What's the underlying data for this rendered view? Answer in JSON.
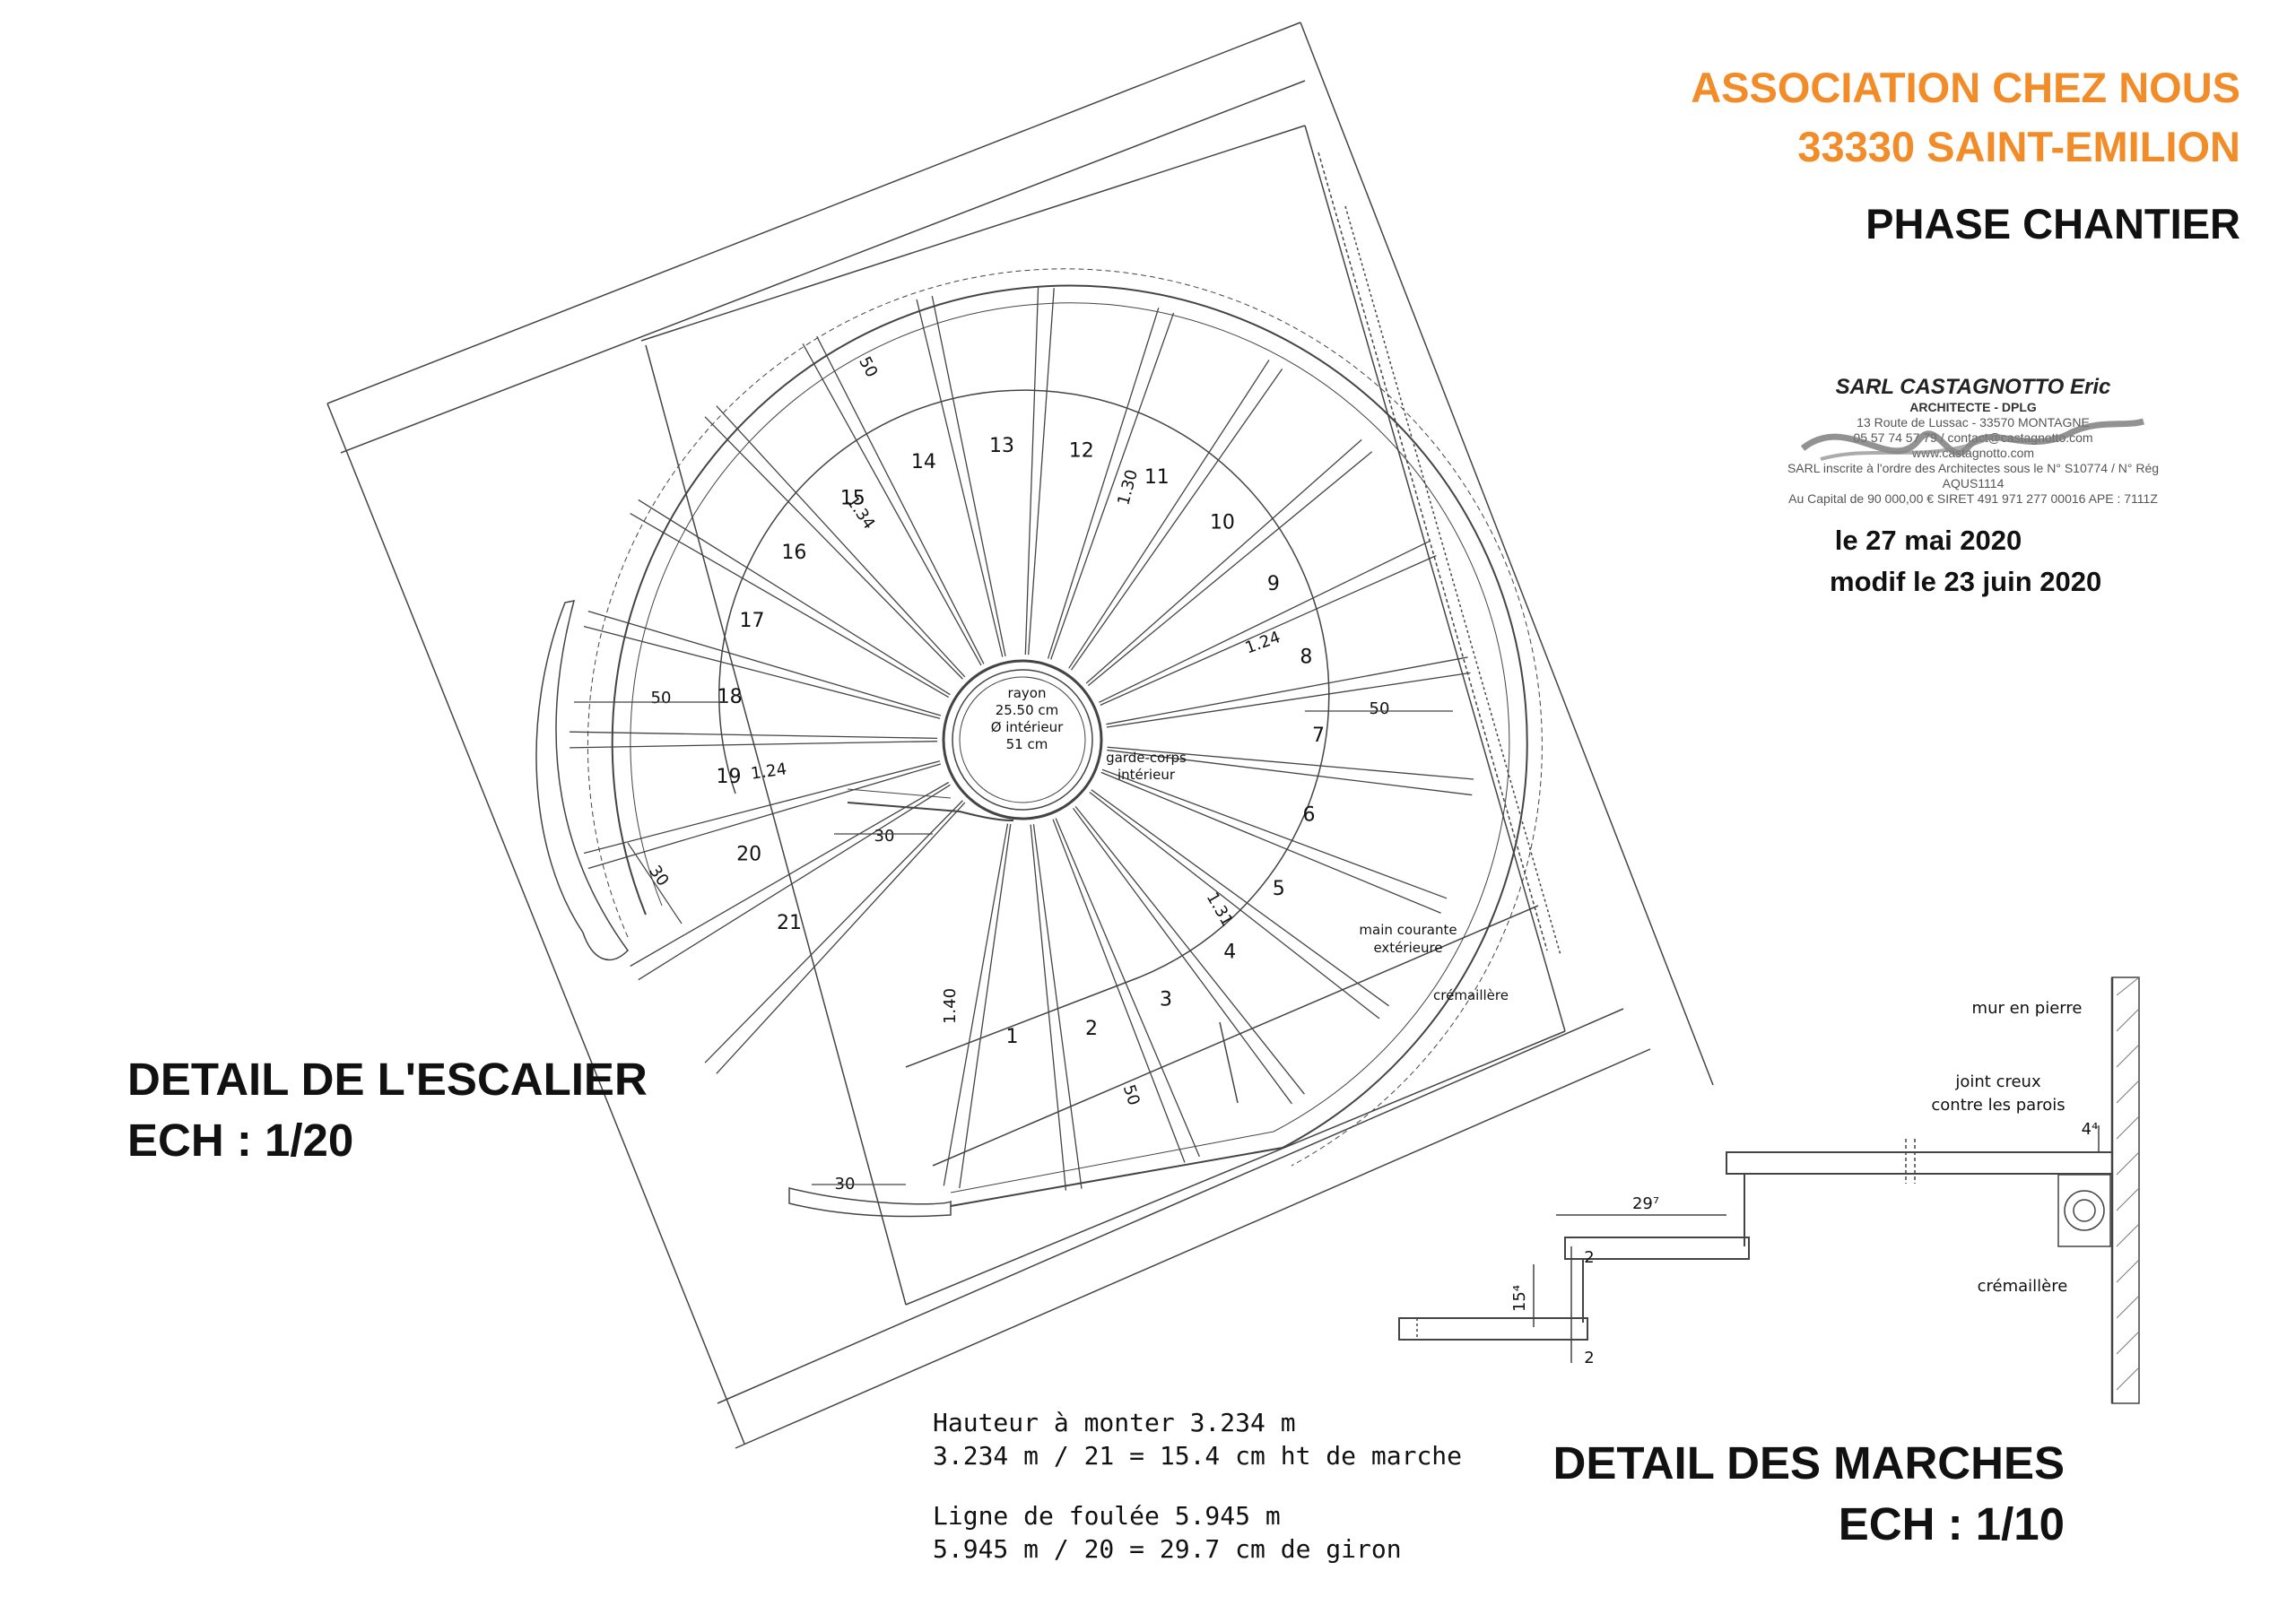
{
  "header": {
    "line1": "ASSOCIATION CHEZ NOUS",
    "line2": "33330 SAINT-EMILION",
    "phase": "PHASE CHANTIER"
  },
  "stamp": {
    "firm": "SARL CASTAGNOTTO Eric",
    "title": "ARCHITECTE - DPLG",
    "address": "13 Route de Lussac - 33570 MONTAGNE",
    "contact": "05 57 74 57 79 / contact@castagnotto.com",
    "web": "www.castagnotto.com",
    "reg1": "SARL inscrite à l'ordre des Architectes sous le N° S10774 / N° Rég AQUS1114",
    "reg2": "Au Capital de 90 000,00 € SIRET 491 971 277 00016 APE : 7111Z"
  },
  "dates": {
    "date1": "le 27 mai 2020",
    "date2": "modif le 23 juin 2020"
  },
  "staircase": {
    "title": "DETAIL DE L'ESCALIER",
    "scale": "ECH : 1/20",
    "step_numbers": [
      "1",
      "2",
      "3",
      "4",
      "5",
      "6",
      "7",
      "8",
      "9",
      "10",
      "11",
      "12",
      "13",
      "14",
      "15",
      "16",
      "17",
      "18",
      "19",
      "20",
      "21"
    ],
    "center_note": [
      "rayon",
      "25.50 cm",
      "Ø intérieur",
      "51 cm"
    ],
    "inner_rail_note": [
      "garde-corps",
      "intérieur"
    ],
    "handrail_note": [
      "main courante",
      "extérieure"
    ],
    "stringer_note": "crémaillère",
    "dimensions": {
      "d50_top": "50",
      "d50_left": "50",
      "d50_right": "50",
      "d50_bottom": "50",
      "d134": "1.34",
      "d130": "1.30",
      "d124_right": "1.24",
      "d124_left": "1.24",
      "d131": "1.31",
      "d140": "1.40",
      "d30_left": "30",
      "d30_mid": "30",
      "d30_bottom": "30"
    }
  },
  "steps_detail": {
    "title": "DETAIL DES MARCHES",
    "scale": "ECH : 1/10",
    "wall_label": "mur en pierre",
    "joint_label": [
      "joint creux",
      "contre les parois"
    ],
    "stringer_label": "crémaillère",
    "dim_29": "29⁷",
    "dim_15": "15⁴",
    "dim_2a": "2",
    "dim_2b": "2",
    "dim_4": "4⁴"
  },
  "notes": {
    "line1": "Hauteur à monter 3.234 m",
    "line2": "3.234 m / 21 = 15.4 cm ht de marche",
    "line3": "Ligne de foulée 5.945 m",
    "line4": "5.945 m / 20 = 29.7 cm de giron"
  }
}
